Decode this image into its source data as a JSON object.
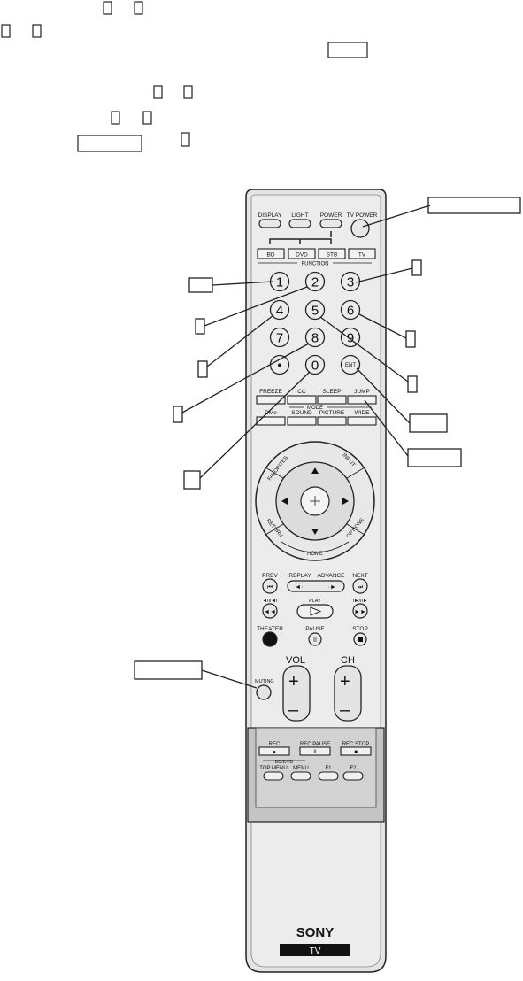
{
  "remote": {
    "buttons_top": [
      "DISPLAY",
      "LIGHT",
      "POWER",
      "TV POWER"
    ],
    "device_keys": [
      "BD",
      "DVD",
      "STB",
      "TV"
    ],
    "function_label": "FUNCTION",
    "digits": [
      "1",
      "2",
      "3",
      "4",
      "5",
      "6",
      "7",
      "8",
      "9",
      "•",
      "0",
      "ENT"
    ],
    "row_fn": [
      "FREEZE",
      "CC",
      "SLEEP",
      "JUMP"
    ],
    "mode_label": "MODE",
    "row_mode": [
      "DMe",
      "SOUND",
      "PICTURE",
      "WIDE"
    ],
    "ring_labels": {
      "favorites": "FAVORITES",
      "input": "INPUT",
      "return": "RETURN",
      "options": "OPTIONS",
      "home": "HOME"
    },
    "transport_top": [
      "PREV",
      "REPLAY",
      "ADVANCE",
      "NEXT"
    ],
    "transport_mid_labels": [
      "◄II/◄I",
      "PLAY",
      "I►/II►"
    ],
    "transport_bottom": [
      "THEATER",
      "PAUSE",
      "STOP"
    ],
    "muting": "MUTING",
    "vol": "VOL",
    "ch": "CH",
    "plus": "+",
    "minus": "–",
    "rec_row": [
      "REC",
      "REC PAUSE",
      "REC STOP"
    ],
    "bddvd_label": "BD/DVD",
    "menu_row": [
      "TOP MENU",
      "MENU",
      "F1",
      "F2"
    ],
    "brand": "SONY",
    "model": "TV"
  }
}
